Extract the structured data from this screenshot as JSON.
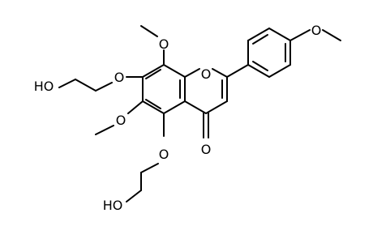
{
  "colors": {
    "bond": "#000000",
    "background": "#ffffff"
  },
  "atoms": {
    "o_ring": "O",
    "o_carbonyl": "O",
    "o_methoxy_c8": "O",
    "o_methoxy_c6": "O",
    "o_ether_c7": "O",
    "o_ether_c5": "O",
    "o_methoxy_aryl": "O",
    "ho_top": "HO",
    "ho_bottom": "HO"
  }
}
